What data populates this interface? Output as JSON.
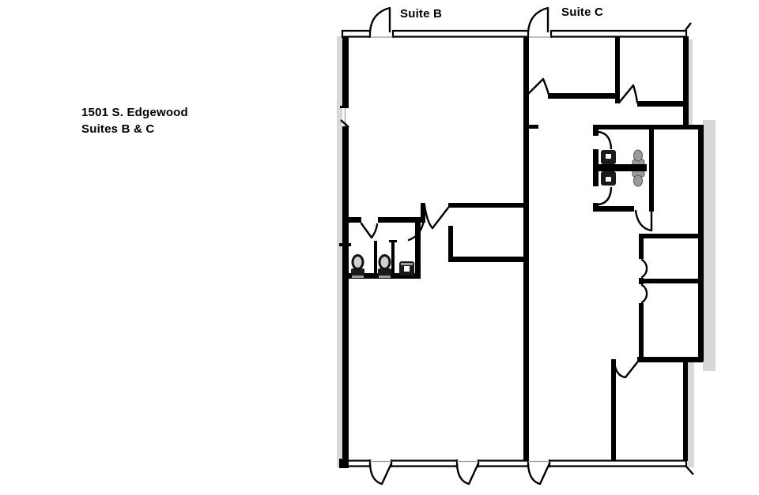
{
  "labels": {
    "suite_b": "Suite B",
    "suite_c": "Suite C",
    "address_line1": "1501 S. Edgewood",
    "address_line2": "Suites B & C"
  },
  "floorplan": {
    "type": "architectural-floor-plan",
    "suites": [
      {
        "id": "B",
        "label": "Suite B",
        "rooms": [
          "open area",
          "restroom",
          "closet"
        ],
        "fixtures": [
          "toilet",
          "toilet",
          "urinal",
          "stall-partition",
          "stall-partition"
        ],
        "doors_top": 1,
        "doors_bottom": 2
      },
      {
        "id": "C",
        "label": "Suite C",
        "rooms": [
          "open area",
          "front office left",
          "front office right",
          "conference room",
          "middle room upper",
          "middle room lower",
          "rear room"
        ],
        "fixtures": [
          "conference-table",
          "monitor",
          "monitor",
          "chair",
          "chair"
        ],
        "doors_top": 1,
        "doors_bottom": 1
      }
    ],
    "colors": {
      "wall": "#000000",
      "shadow": "#d8d8d8",
      "fixture_dark": "#1a1a1a",
      "fixture_gray": "#9a9a9a",
      "background": "#ffffff"
    }
  }
}
